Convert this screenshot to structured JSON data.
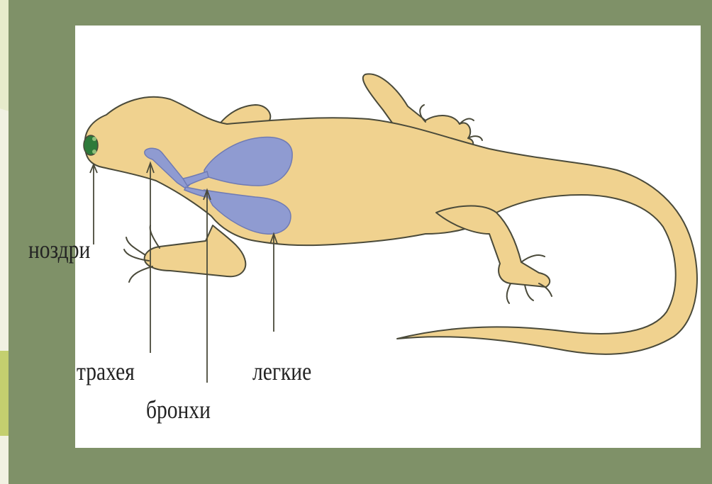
{
  "colors": {
    "frame": "#7f9168",
    "canvas": "#ffffff",
    "body_fill": "#f0d28f",
    "lung_fill": "#8f9bd1",
    "outline": "#4a4a3a",
    "nostril": "#2e7a3a",
    "label": "#232323"
  },
  "labels": {
    "nostrils": "ноздри",
    "trachea": "трахея",
    "bronchi": "бронхи",
    "lungs": "легкие"
  }
}
